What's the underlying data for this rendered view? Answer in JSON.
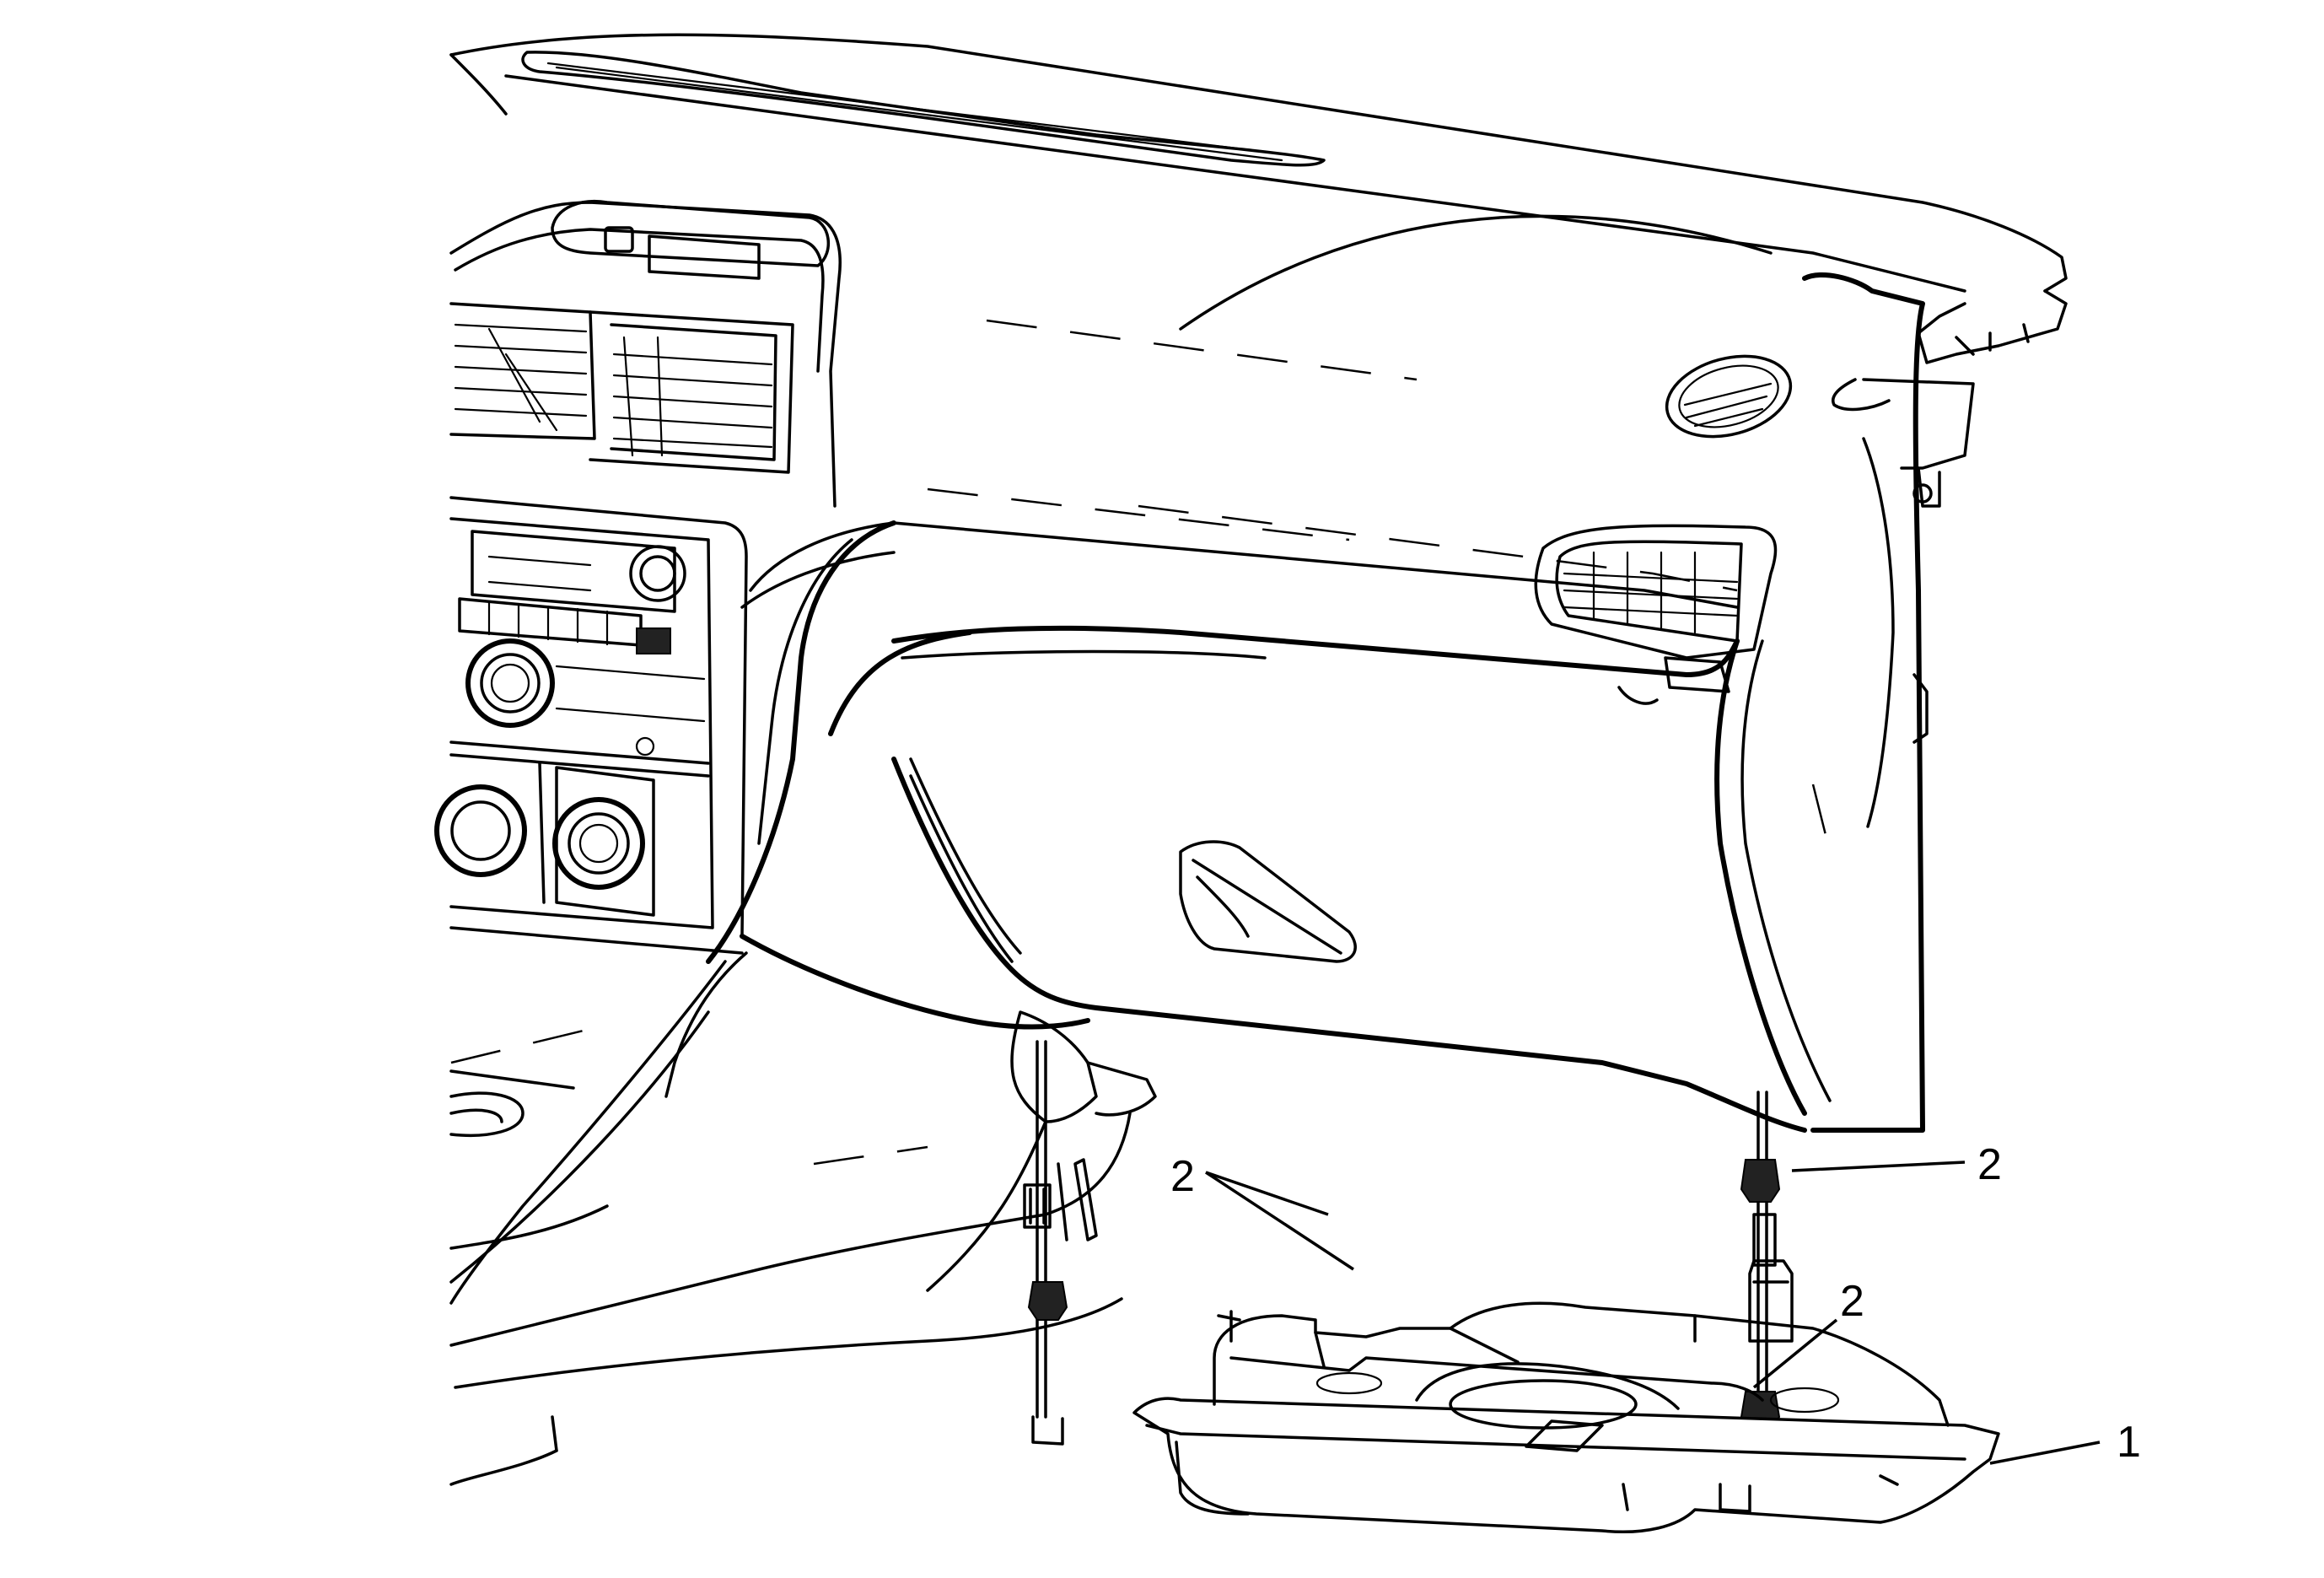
{
  "figure": {
    "callouts": [
      {
        "id": "c1",
        "label": "1"
      },
      {
        "id": "c2a",
        "label": "2"
      },
      {
        "id": "c2b",
        "label": "2"
      },
      {
        "id": "c2c",
        "label": "2"
      }
    ]
  }
}
